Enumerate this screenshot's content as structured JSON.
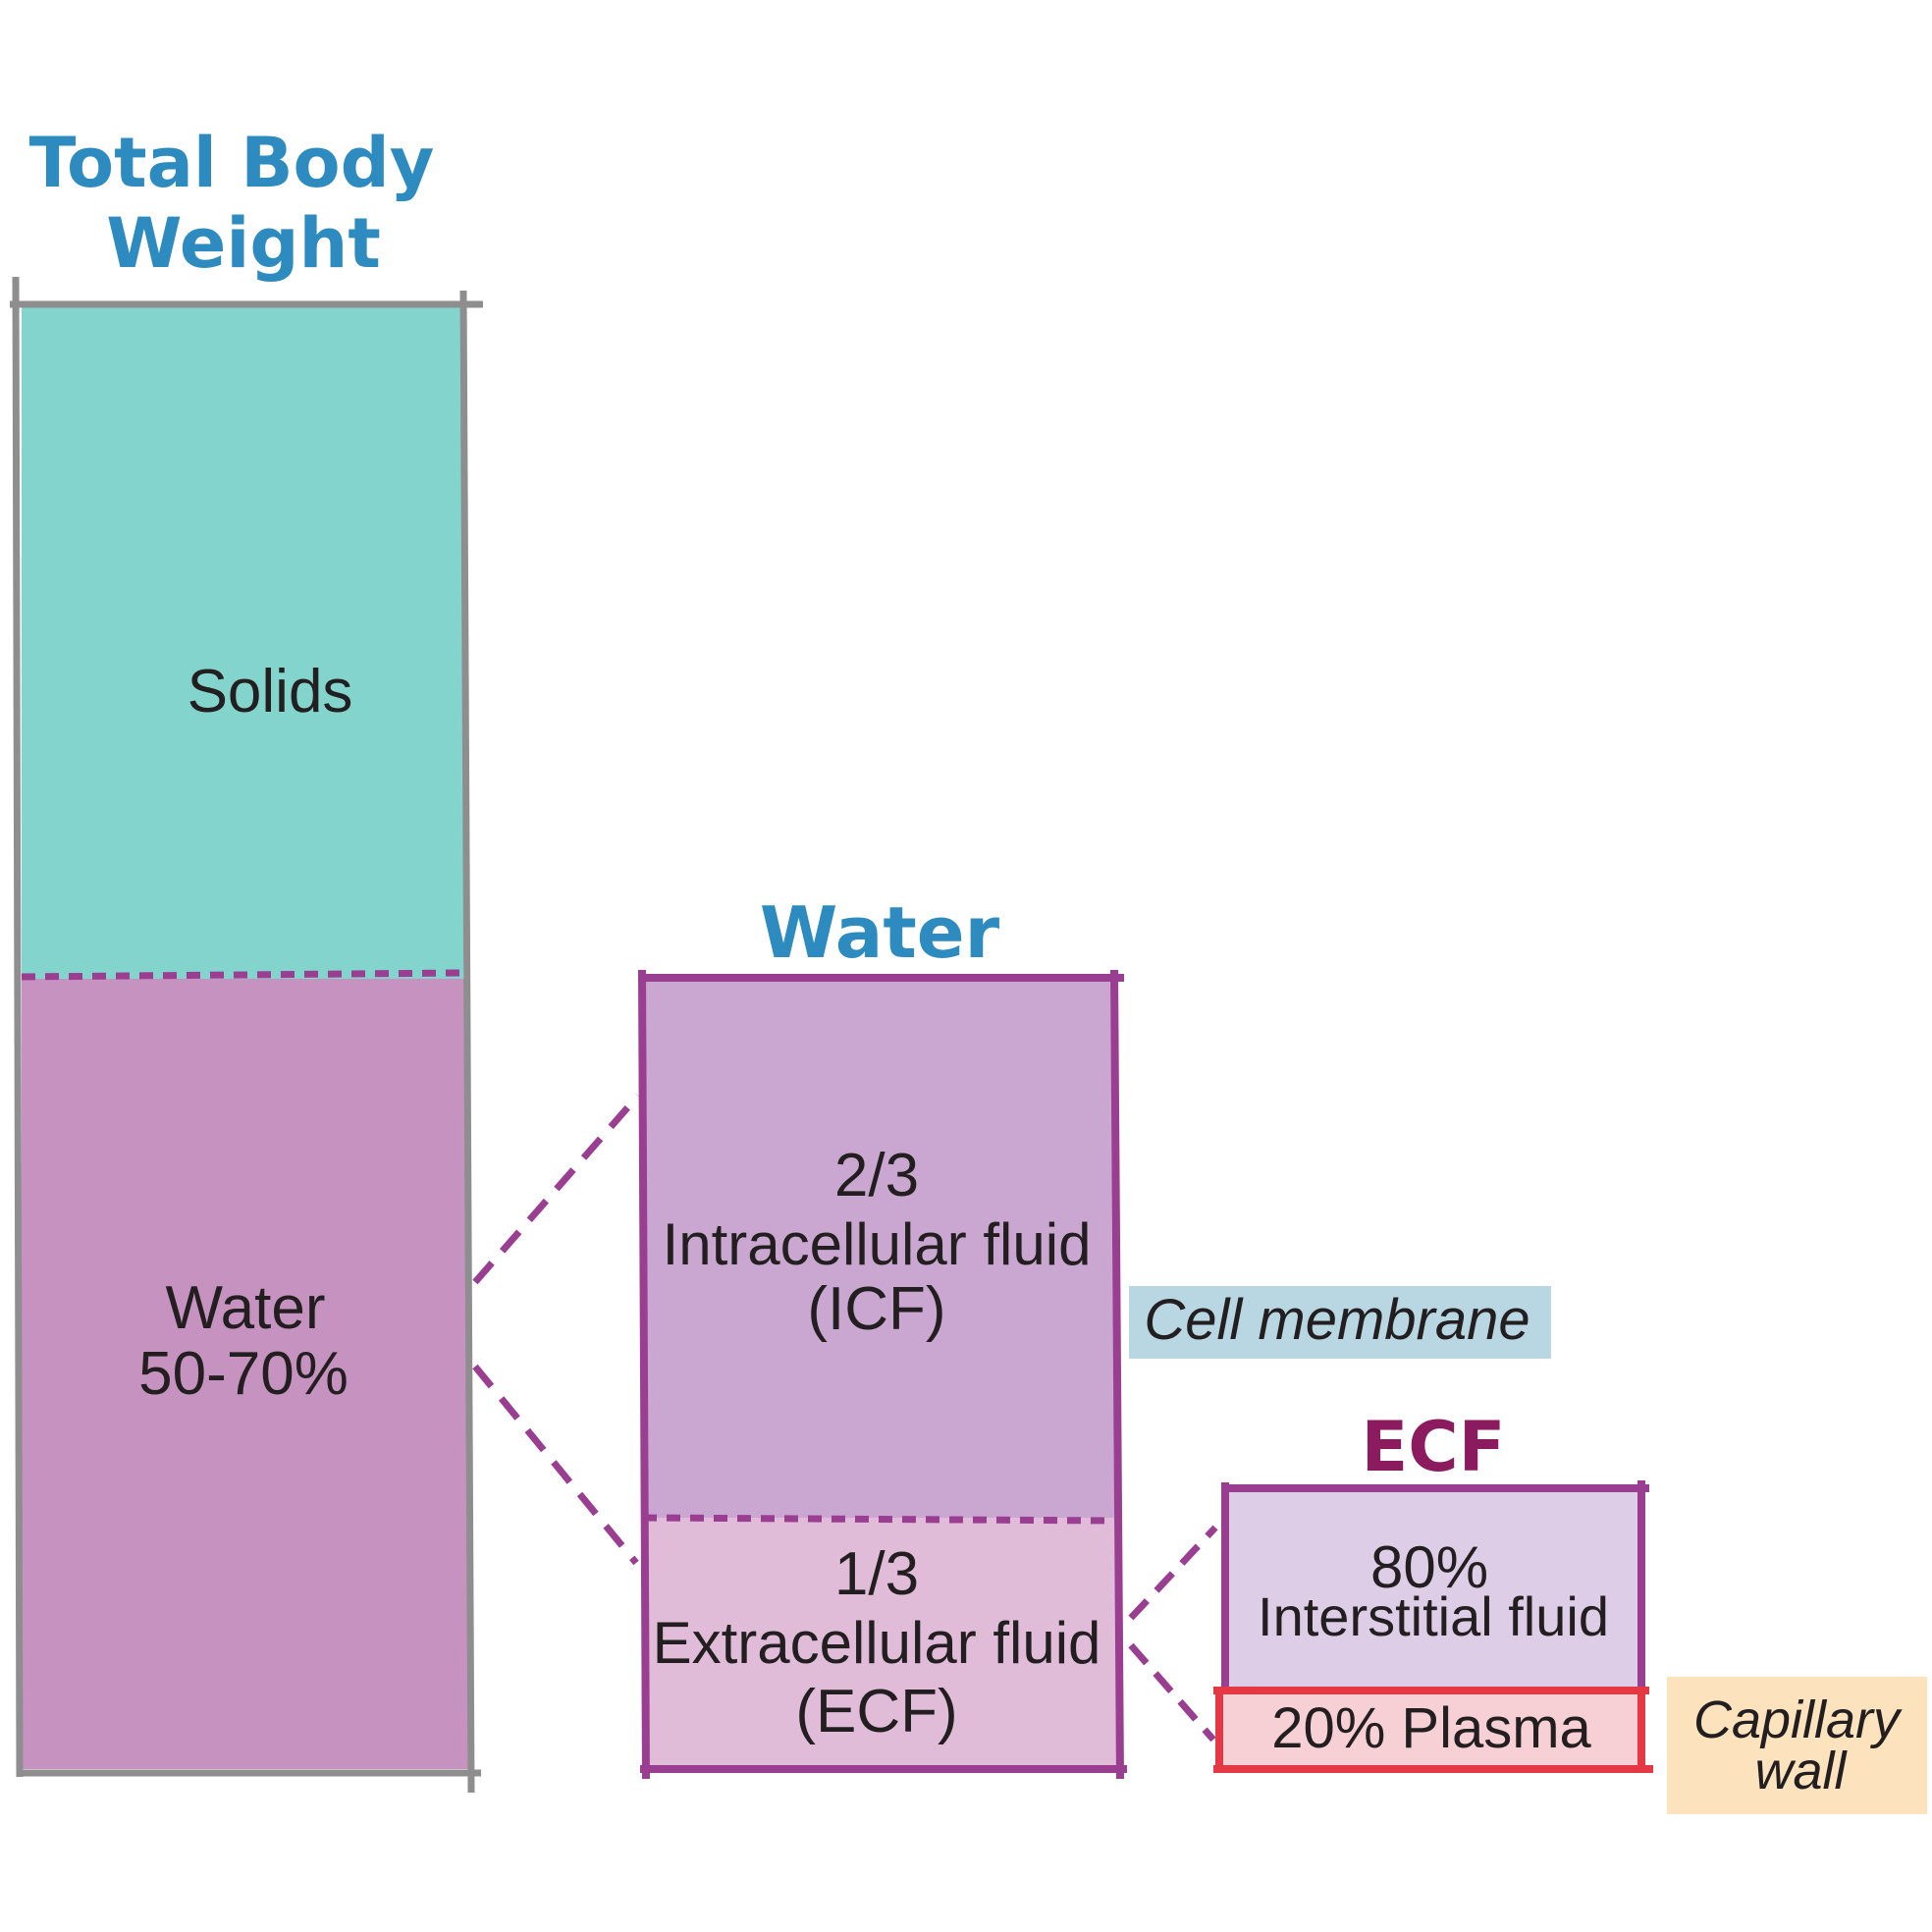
{
  "headings": {
    "total_body_weight_line1": "Total Body",
    "total_body_weight_line2": "Weight",
    "water": "Water",
    "ecf": "ECF"
  },
  "total_body": {
    "solids_label": "Solids",
    "water_label_line1": "Water",
    "water_label_line2": "50-70%"
  },
  "water_box": {
    "icf_fraction": "2/3",
    "icf_label": "Intracellular fluid",
    "icf_abbrev": "(ICF)",
    "ecf_fraction": "1/3",
    "ecf_label": "Extracellular fluid",
    "ecf_abbrev": "(ECF)"
  },
  "ecf_box": {
    "interstitial_percent": "80%",
    "interstitial_label": "Interstitial fluid",
    "plasma_label": "20% Plasma"
  },
  "tags": {
    "cell_membrane": "Cell membrane",
    "capillary_wall_line1": "Capillary",
    "capillary_wall_line2": "wall"
  },
  "colors": {
    "heading_blue": "#2E8BC0",
    "heading_ecf": "#8B1A5E",
    "solids_fill": "#82D4CC",
    "water_fill": "#C692C0",
    "icf_fill": "#C9A7D0",
    "ecf_fill": "#E0BCD9",
    "interstitial_fill": "#DECDE6",
    "plasma_fill": "#F6D0D4",
    "purple_stroke": "#9A3E92",
    "gray_stroke": "#8E8E8E",
    "red_stroke": "#E53845",
    "cell_membrane_tag": "#B9D7E3",
    "capillary_tag": "#FCE3BE",
    "text_dark": "#231F20"
  }
}
